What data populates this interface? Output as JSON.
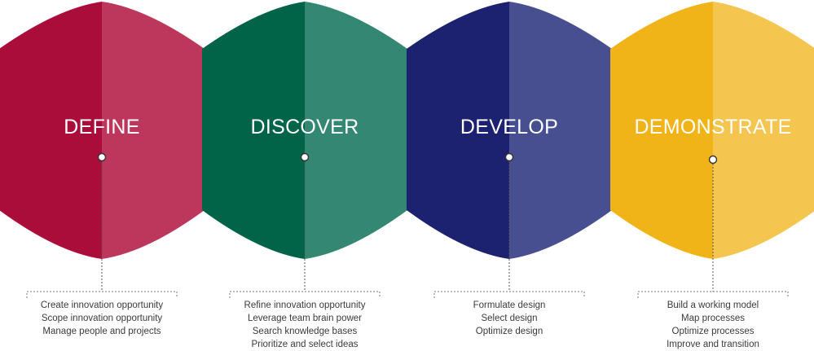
{
  "phases": [
    {
      "title": "DEFINE",
      "colors": {
        "left": "#AA0D3A",
        "right": "#BD365C"
      },
      "tasks": [
        "Create innovation opportunity",
        "Scope innovation opportunity",
        "Manage people and projects"
      ]
    },
    {
      "title": "DISCOVER",
      "colors": {
        "left": "#016449",
        "right": "#348873"
      },
      "tasks": [
        "Refine innovation opportunity",
        "Leverage team brain power",
        "Search knowledge bases",
        "Prioritize and select ideas"
      ]
    },
    {
      "title": "DEVELOP",
      "colors": {
        "left": "#1C2270",
        "right": "#474F91"
      },
      "tasks": [
        "Formulate design",
        "Select design",
        "Optimize design"
      ]
    },
    {
      "title": "DEMONSTRATE",
      "colors": {
        "left": "#F0B419",
        "right": "#F4C54F"
      },
      "tasks": [
        "Build a working model",
        "Map processes",
        "Optimize processes",
        "Improve and transition"
      ]
    }
  ]
}
